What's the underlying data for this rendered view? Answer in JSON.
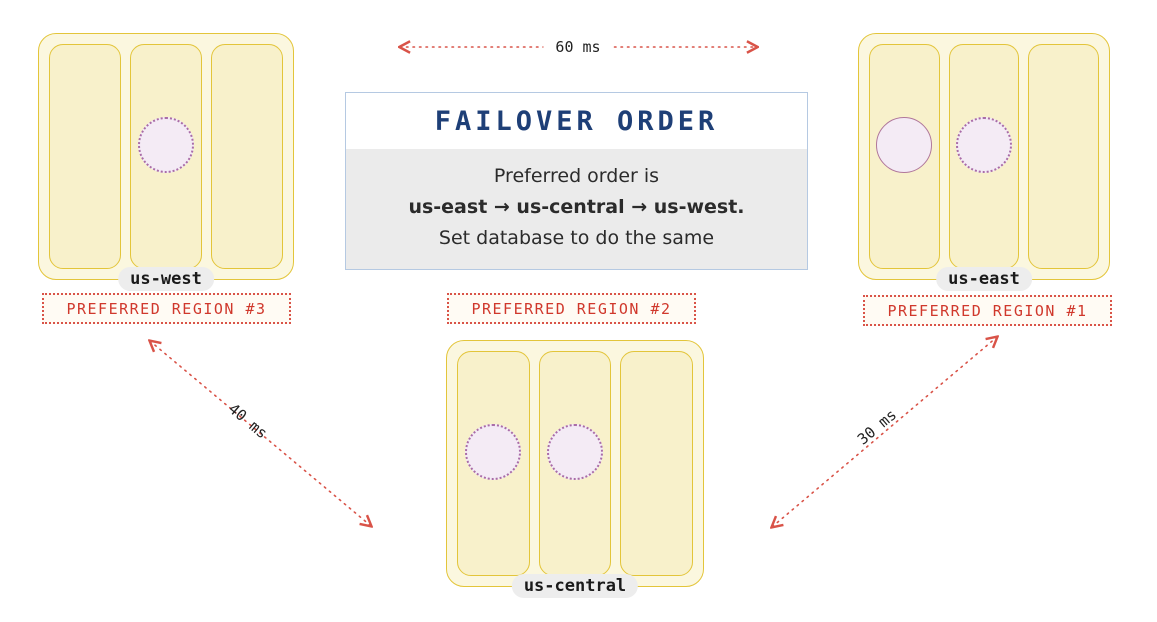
{
  "callout": {
    "title": "FAILOVER ORDER",
    "line1": "Preferred order is",
    "line2": "us-east → us-central → us-west.",
    "line3": "Set database to do the same"
  },
  "regions": {
    "us_west": {
      "name": "us-west",
      "preferred": "PREFERRED REGION #3",
      "zones": 3,
      "replicas": [
        "dotted"
      ]
    },
    "us_central": {
      "name": "us-central",
      "preferred": "PREFERRED REGION #2",
      "zones": 3,
      "replicas": [
        "dotted",
        "dotted"
      ]
    },
    "us_east": {
      "name": "us-east",
      "preferred": "PREFERRED REGION #1",
      "zones": 3,
      "replicas": [
        "solid",
        "dotted"
      ]
    }
  },
  "latencies": {
    "west_east": {
      "label": "60 ms"
    },
    "west_central": {
      "label": "40 ms"
    },
    "east_central": {
      "label": "30 ms"
    }
  },
  "colors": {
    "region_border": "#E3C53A",
    "region_fill": "#FBF7DF",
    "zone_fill": "#F8F1CB",
    "replica_fill": "#F4EBF5",
    "replica_border": "#A96CA8",
    "accent_red": "#D95348",
    "title_navy": "#1E3F77",
    "callout_border": "#B5C9E2",
    "callout_body_bg": "#EBEBEB",
    "pill_bg": "#EDEDED"
  }
}
